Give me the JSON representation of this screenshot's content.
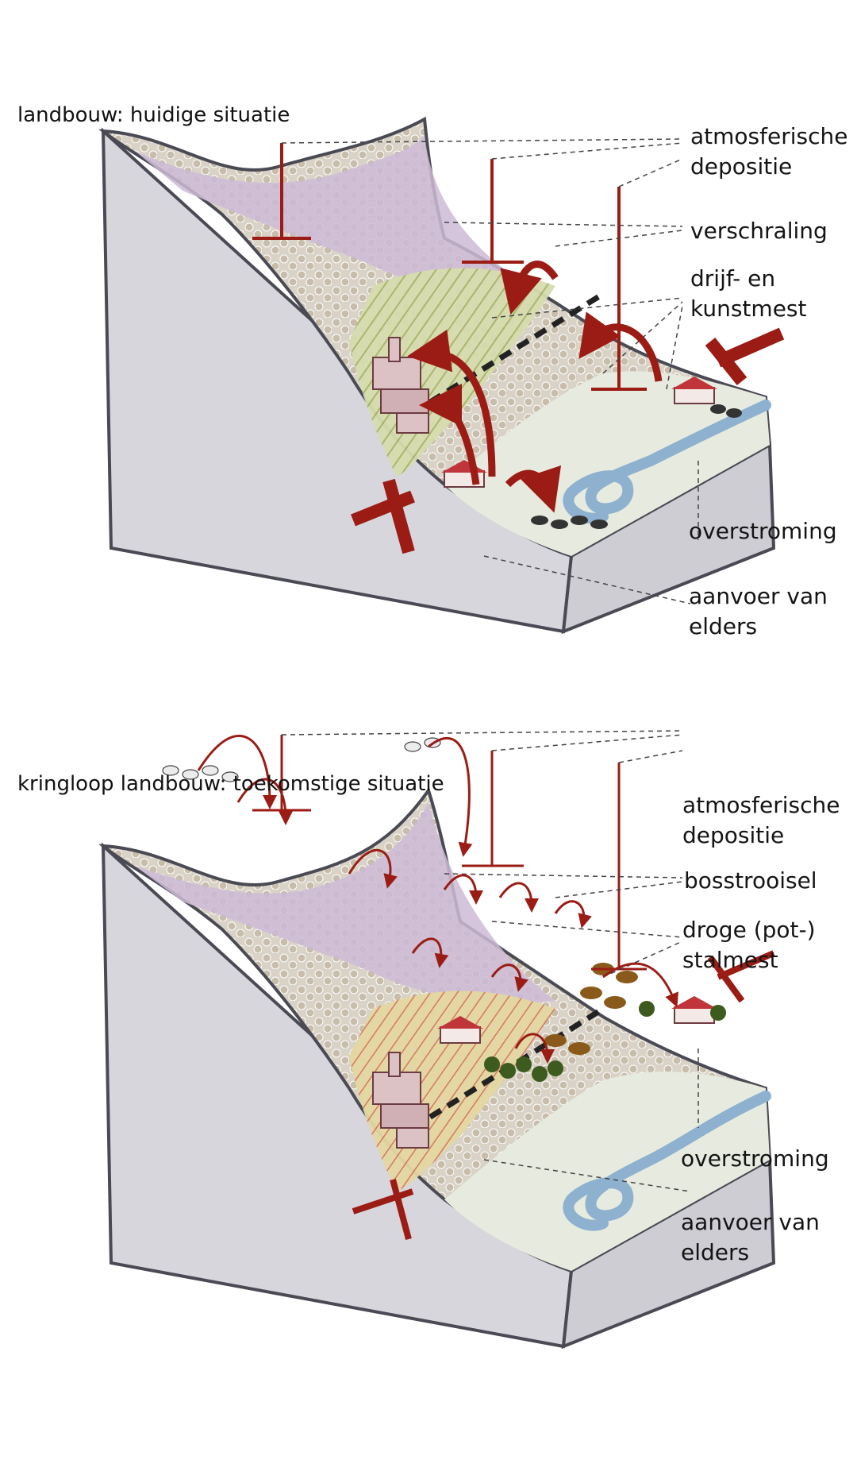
{
  "panels": [
    {
      "title": "landbouw: huidige situatie",
      "labels": [
        "atmosferische\ndepositie",
        "verschraling",
        "drijf- en\nkunstmest",
        "overstroming",
        "aanvoer van\nelders"
      ]
    },
    {
      "title": "kringloop landbouw: toekomstige situatie",
      "labels": [
        "atmosferische\ndepositie",
        "bosstrooisel",
        "droge (pot-)\nstalmest",
        "overstroming",
        "aanvoer van\nelders"
      ]
    }
  ],
  "colors": {
    "arrow": "#9b1c14",
    "block_side": "#d7d6dc",
    "block_outline": "#4a4a55",
    "heath": "#cdbbd6",
    "gravel": "#c9bfae",
    "valley": "#e7ebdf",
    "river": "#8db1cf",
    "farm_roof": "#c0353a",
    "tree": "#3d5a1f",
    "cow_brown": "#8a5a1a"
  }
}
